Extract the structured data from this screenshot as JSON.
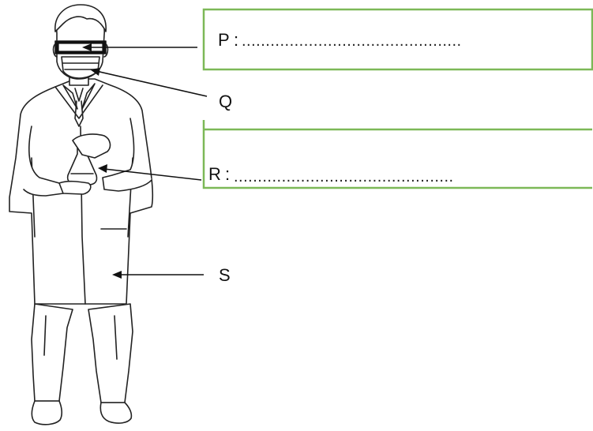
{
  "labels": {
    "p": "P",
    "q": "Q",
    "r": "R",
    "s": "S"
  },
  "colon": ":",
  "blank_dots": "..............................................",
  "colors": {
    "box_border": "#7cb857",
    "ink": "#111111"
  },
  "parts": {
    "p": "safety goggles",
    "q": "face mask",
    "r": "glass flask",
    "s": "lab coat"
  }
}
